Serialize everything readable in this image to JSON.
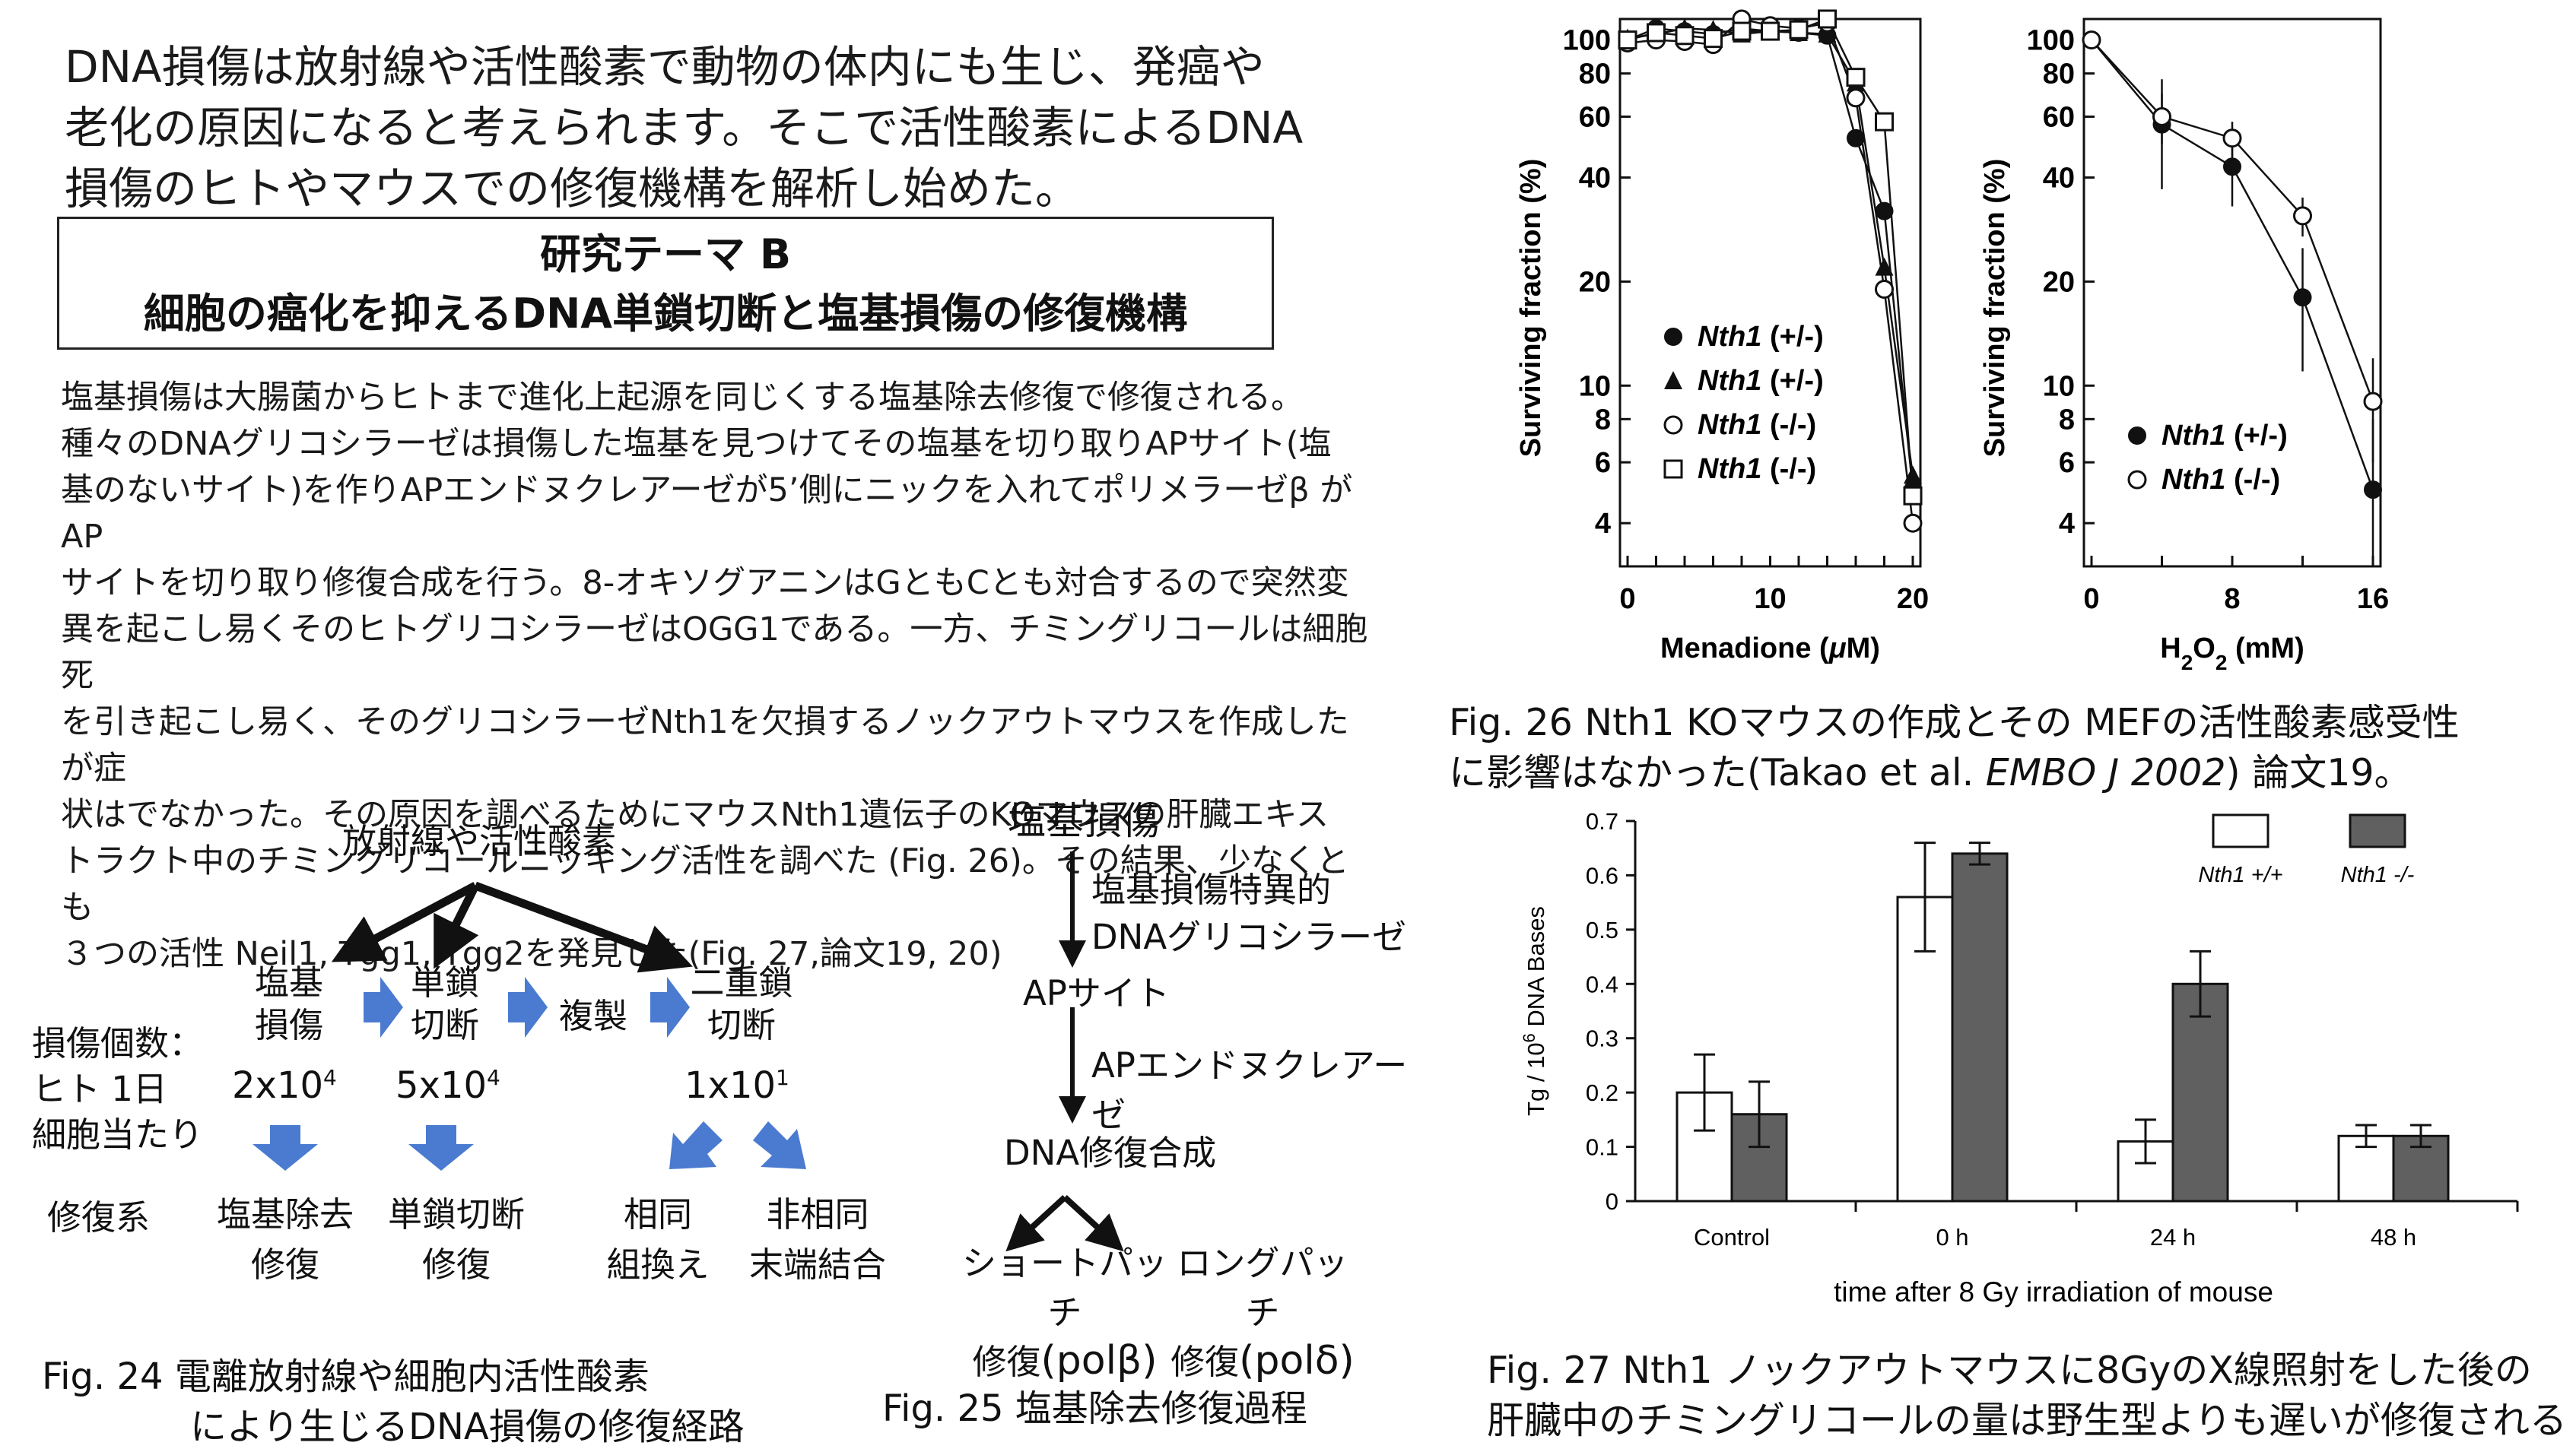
{
  "intro": "DNA損傷は放射線や活性酸素で動物の体内にも生じ、発癌や\n老化の原因になると考えられます。そこで活性酸素によるDNA\n損傷のヒトやマウスでの修復機構を解析し始めた。",
  "theme": {
    "line1": "研究テーマ B",
    "line2": "細胞の癌化を抑えるDNA単鎖切断と塩基損傷の修復機構"
  },
  "body": "塩基損傷は大腸菌からヒトまで進化上起源を同じくする塩基除去修復で修復される。\n種々のDNAグリコシラーゼは損傷した塩基を見つけてその塩基を切り取りAPサイト(塩\n基のないサイト)を作りAPエンドヌクレアーゼが5’側にニックを入れてポリメラーゼβ がAP\nサイトを切り取り修復合成を行う。8-オキソグアニンはGともCとも対合するので突然変\n異を起こし易くそのヒトグリコシラーゼはOGG1である。一方、チミングリコールは細胞死\nを引き起こし易く、そのグリコシラーゼNth1を欠損するノックアウトマウスを作成したが症\n状はでなかった。その原因を調べるためにマウスNth1遺伝子のKOマウスの肝臓エキス\nトラクト中のチミングリコールニッキング活性を調べた (Fig. 26)。その結果、少なくとも\n３つの活性 Neil1, Tgg1, Tgg2を発見した(Fig. 27,論文19, 20)",
  "fig24": {
    "top": "放射線や活性酸素",
    "n_base": "塩基\n損傷",
    "n_ssb": "単鎖\n切断",
    "n_rep": "複製",
    "n_dsb": "二重鎖\n切断",
    "count_label": "損傷個数：\nヒト 1日\n細胞当たり",
    "c1": "2x10",
    "c1_exp": "4",
    "c2": "5x10",
    "c2_exp": "4",
    "c3": "1x10",
    "c3_exp": "1",
    "repair_label": "修復系",
    "r1": "塩基除去\n修復",
    "r2": "単鎖切断\n修復",
    "r3": "相同\n組換え",
    "r4": "非相同\n末端結合",
    "caption1": "Fig. 24 電離放射線や細胞内活性酸素",
    "caption2": "により生じるDNA損傷の修復経路",
    "arrow_color": "#4a7bd0"
  },
  "fig25": {
    "s1": "塩基損傷",
    "e1": "塩基損傷特異的\nDNAグリコシラーゼ",
    "s2": "APサイト",
    "e2": "APエンドヌクレアーゼ",
    "s3": "DNA修復合成",
    "b1": "ショートパッチ",
    "b1b": "修復",
    "b1c": "(polβ)",
    "b2": "ロングパッチ",
    "b2b": "修復",
    "b2c": "(polδ)",
    "caption": "Fig. 25 塩基除去修復過程"
  },
  "fig26": {
    "caption1": "Fig. 26 Nth1 KOマウスの作成とその MEFの活性酸素感受性",
    "caption2a": "に影響はなかった(Takao et al. ",
    "caption2b": "EMBO J 2002",
    "caption2c": ") 論文19。",
    "chart_data": [
      {
        "type": "line",
        "xlabel": "Menadione (μM)",
        "ylabel": "Surviving fraction (%)",
        "yscale": "log",
        "ylim": [
          3,
          110
        ],
        "xlim": [
          0,
          20
        ],
        "x_ticks": [
          "0",
          "10",
          "20"
        ],
        "y_ticks": [
          "4",
          "6",
          "8",
          "10",
          "20",
          "40",
          "60",
          "80",
          "100"
        ],
        "legend_position": "left-middle",
        "series": [
          {
            "name": "Nth1 (+/-)",
            "marker": "filled-circle",
            "x": [
              0,
              2,
              4,
              6,
              8,
              10,
              12,
              14,
              16,
              18,
              20
            ],
            "y": [
              100,
              108,
              106,
              104,
              108,
              106,
              105,
              103,
              52,
              32,
              5
            ]
          },
          {
            "name": "Nth1 (+/-)",
            "marker": "filled-triangle",
            "x": [
              0,
              2,
              4,
              6,
              8,
              10,
              12,
              14,
              16,
              18,
              20
            ],
            "y": [
              101,
              104,
              108,
              107,
              104,
              106,
              105,
              104,
              75,
              22,
              5.5
            ]
          },
          {
            "name": "Nth1 (-/-)",
            "marker": "open-circle",
            "x": [
              0,
              2,
              4,
              6,
              8,
              10,
              12,
              14,
              16,
              18,
              20
            ],
            "y": [
              98,
              100,
              99,
              97,
              115,
              110,
              108,
              112,
              68,
              19,
              4
            ]
          },
          {
            "name": "Nth1 (-/-)",
            "marker": "open-square",
            "x": [
              0,
              2,
              4,
              6,
              8,
              10,
              12,
              14,
              16,
              18,
              20
            ],
            "y": [
              100,
              105,
              103,
              101,
              106,
              106,
              107,
              115,
              78,
              58,
              4.8
            ]
          }
        ]
      },
      {
        "type": "line",
        "xlabel": "H2O2 (mM)",
        "ylabel": "Surviving fraction (%)",
        "yscale": "log",
        "ylim": [
          3,
          110
        ],
        "xlim": [
          0,
          16
        ],
        "x_ticks": [
          "0",
          "8",
          "16"
        ],
        "y_ticks": [
          "4",
          "6",
          "8",
          "10",
          "20",
          "40",
          "60",
          "80",
          "100"
        ],
        "legend_position": "bottom-left",
        "series": [
          {
            "name": "Nth1 (+/-)",
            "marker": "filled-circle",
            "x": [
              0,
              4,
              8,
              12,
              16
            ],
            "y": [
              100,
              57,
              43,
              18,
              5
            ],
            "err": [
              0,
              20,
              10,
              7,
              3
            ]
          },
          {
            "name": "Nth1 (-/-)",
            "marker": "open-circle",
            "x": [
              0,
              4,
              8,
              12,
              16
            ],
            "y": [
              100,
              60,
              52,
              31,
              9
            ],
            "err": [
              0,
              10,
              6,
              4,
              3
            ]
          }
        ]
      }
    ]
  },
  "fig27": {
    "caption1": "Fig. 27 Nth1 ノックアウトマウスに8GyのX線照射をした後の",
    "caption2": "肝臓中のチミングリコールの量は野生型よりも遅いが修復される",
    "chart_data": {
      "type": "bar",
      "categories": [
        "Control",
        "0 h",
        "24 h",
        "48 h"
      ],
      "xlabel": "time after  8 Gy irradiation of mouse",
      "ylabel": "Tg / 10^6 DNA Bases",
      "ylim": [
        0,
        0.7
      ],
      "y_ticks": [
        "0",
        "0.1",
        "0.2",
        "0.3",
        "0.4",
        "0.5",
        "0.6",
        "0.7"
      ],
      "legend_position": "top-right",
      "series": [
        {
          "name": "Nth1 +/+",
          "color": "#ffffff",
          "values": [
            0.2,
            0.56,
            0.11,
            0.12
          ],
          "err": [
            0.07,
            0.1,
            0.04,
            0.02
          ]
        },
        {
          "name": "Nth1 -/-",
          "color": "#606060",
          "values": [
            0.16,
            0.64,
            0.4,
            0.12
          ],
          "err": [
            0.06,
            0.02,
            0.06,
            0.02
          ]
        }
      ]
    }
  }
}
